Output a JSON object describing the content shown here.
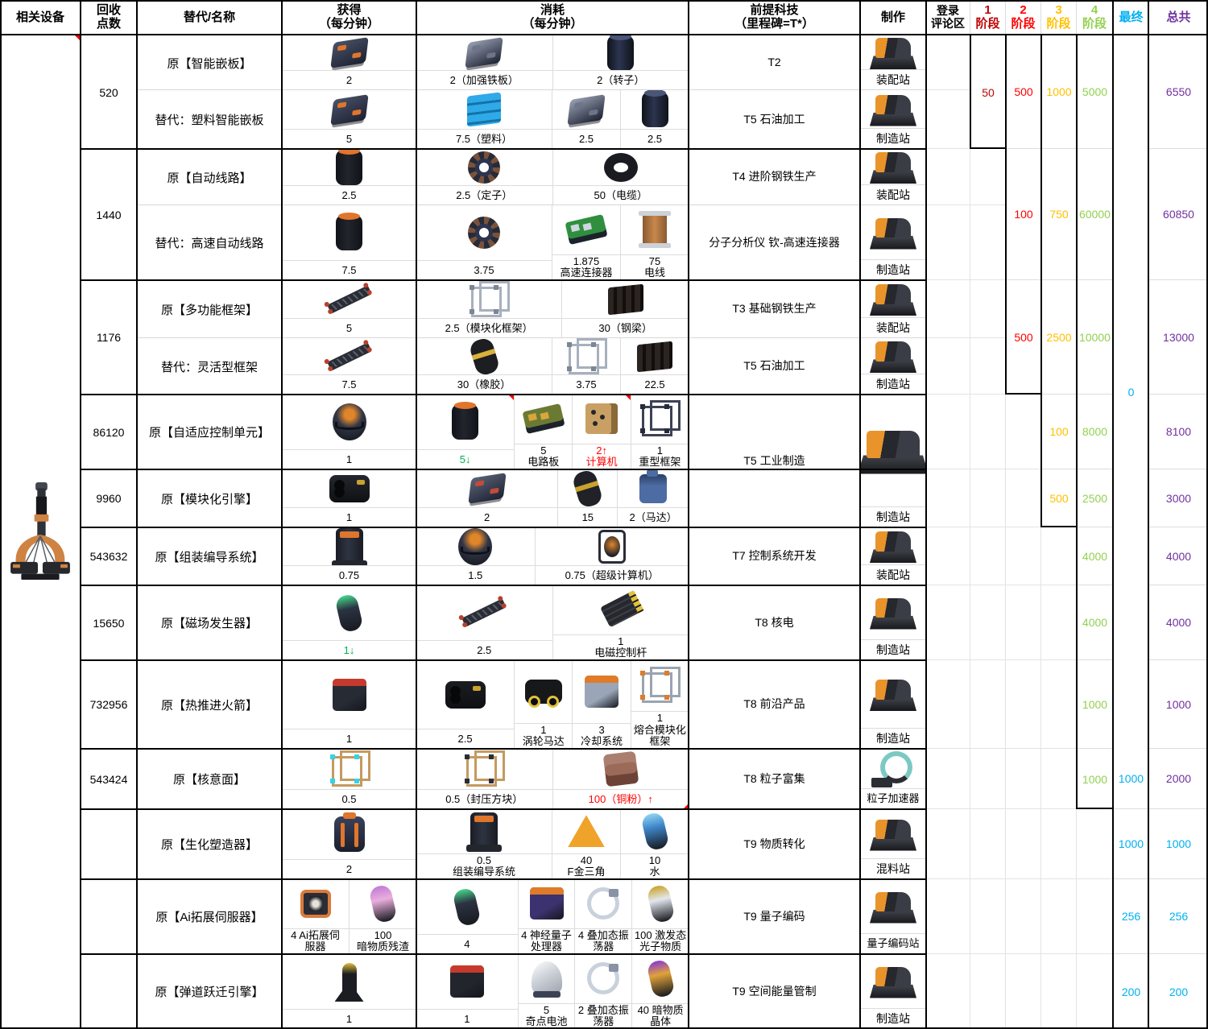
{
  "header": {
    "cols": [
      "相关设备",
      "回收\n点数",
      "替代/名称",
      "获得\n（每分钟）",
      "消耗\n（每分钟）",
      "前提科技\n（里程碑=T*）",
      "制作",
      "登录\n评论区",
      "1\n阶段",
      "2\n阶段",
      "3\n阶段",
      "4\n阶段",
      "最终",
      "总共"
    ]
  },
  "colors": {
    "stage1": "#C00000",
    "stage2": "#FF0000",
    "stage3": "#FFC000",
    "stage4": "#92D050",
    "final": "#00B0F0",
    "total": "#7030A0",
    "increase": "#FF0000",
    "decrease": "#00B050",
    "comment_marker": "#FF0000"
  },
  "points": {
    "g1": "520",
    "g2": "1440",
    "g3": "1176",
    "g4": "86120",
    "g5": "9960",
    "g6": "543632",
    "g7": "15650",
    "g8": "732956",
    "g9": "543424",
    "g10": "",
    "g11": "",
    "g12": ""
  },
  "stages": {
    "s1": [
      "50"
    ],
    "s2": [
      "500",
      "100",
      "500"
    ],
    "s3": [
      "1000",
      "750",
      "2500",
      "100",
      "500"
    ],
    "s4": [
      "5000",
      "60000",
      "10000",
      "8000",
      "2500",
      "4000",
      "4000",
      "1000",
      "1000"
    ],
    "final": [
      "0",
      "1000",
      "1000",
      "256",
      "200"
    ],
    "total": [
      "6550",
      "60850",
      "13000",
      "8100",
      "3000",
      "4000",
      "4000",
      "1000",
      "2000",
      "1000",
      "256",
      "200"
    ]
  },
  "rows": [
    {
      "name": "原【智能嵌板】",
      "gain": {
        "subs": [
          {
            "n": "2",
            "icon": {
              "name": "smart-panel",
              "kind": "plate",
              "c1": "#4a5268",
              "c2": "#e0752c"
            }
          }
        ]
      },
      "consume": {
        "subs": [
          {
            "n": "2（加强铁板）",
            "icon": {
              "name": "reinforced-iron-plate",
              "kind": "plate",
              "c1": "#99a2b4",
              "c2": "#6d7689"
            }
          },
          {
            "n": "2（转子）",
            "icon": {
              "name": "rotor",
              "kind": "cyl",
              "c1": "#2c3450",
              "c2": "#4a5577"
            }
          }
        ]
      },
      "tech": "T2",
      "station": {
        "label": "装配站",
        "icon": {
          "name": "assembly-station",
          "kind": "machine",
          "c1": "#2b2d33",
          "c2": "#e8942a"
        }
      }
    },
    {
      "name": "替代：塑料智能嵌板",
      "gain": {
        "subs": [
          {
            "n": "5",
            "icon": {
              "name": "smart-panel",
              "kind": "plate",
              "c1": "#4a5268",
              "c2": "#e0752c"
            }
          }
        ]
      },
      "consume": {
        "subs": [
          {
            "n": "7.5（塑料）",
            "icon": {
              "name": "plastic",
              "kind": "stack",
              "c1": "#2fa9e8",
              "c2": "#1273a8"
            }
          },
          {
            "n": "2.5",
            "icon": {
              "name": "reinforced-iron-plate",
              "kind": "plate",
              "c1": "#99a2b4",
              "c2": "#6d7689"
            }
          },
          {
            "n": "2.5",
            "icon": {
              "name": "rotor",
              "kind": "cyl",
              "c1": "#2c3450",
              "c2": "#4a5577"
            }
          }
        ]
      },
      "tech": "T5 石油加工",
      "station": {
        "label": "制造站",
        "icon": {
          "name": "manufacturing-station",
          "kind": "machine",
          "c1": "#2b2d33",
          "c2": "#e8942a"
        }
      }
    },
    {
      "name": "原【自动线路】",
      "gain": {
        "subs": [
          {
            "n": "2.5",
            "icon": {
              "name": "automatic-circuit",
              "kind": "cyl",
              "c1": "#23252d",
              "c2": "#e0752c"
            }
          }
        ]
      },
      "consume": {
        "subs": [
          {
            "n": "2.5（定子）",
            "icon": {
              "name": "stator",
              "kind": "gear",
              "c1": "#7a523a",
              "c2": "#2c3450"
            }
          },
          {
            "n": "50（电缆）",
            "icon": {
              "name": "cable",
              "kind": "coil",
              "c1": "#1a1b20",
              "c2": "#000000"
            }
          }
        ]
      },
      "tech": "T4 进阶钢铁生产",
      "station": {
        "label": "装配站",
        "icon": {
          "name": "assembly-station",
          "kind": "machine",
          "c1": "#2b2d33",
          "c2": "#e8942a"
        }
      }
    },
    {
      "name": "替代：高速自动线路",
      "gain": {
        "subs": [
          {
            "n": "7.5",
            "icon": {
              "name": "automatic-circuit",
              "kind": "cyl",
              "c1": "#23252d",
              "c2": "#e0752c"
            }
          }
        ]
      },
      "consume": {
        "subs": [
          {
            "n": "3.75",
            "icon": {
              "name": "stator",
              "kind": "gear",
              "c1": "#7a523a",
              "c2": "#2c3450"
            }
          },
          {
            "n": "1.875\n高速连接器",
            "icon": {
              "name": "high-speed-connector",
              "kind": "board",
              "c1": "#2f8f3f",
              "c2": "#cfd6e0"
            }
          },
          {
            "n": "75\n电线",
            "icon": {
              "name": "wire",
              "kind": "spool",
              "c1": "#c8884d",
              "c2": "#8a5a30"
            }
          }
        ]
      },
      "tech": "分子分析仪 钦-高速连接器",
      "station": {
        "label": "制造站",
        "icon": {
          "name": "manufacturing-station",
          "kind": "machine",
          "c1": "#2b2d33",
          "c2": "#e8942a"
        }
      }
    },
    {
      "name": "原【多功能框架】",
      "gain": {
        "subs": [
          {
            "n": "5",
            "icon": {
              "name": "versatile-framework",
              "kind": "truss",
              "c1": "#2a2d33",
              "c2": "#b8412c"
            }
          }
        ]
      },
      "consume": {
        "subs": [
          {
            "n": "2.5（模块化框架）",
            "icon": {
              "name": "modular-frame",
              "kind": "cube",
              "c1": "#a7b0bd",
              "c2": "#7d8694"
            }
          },
          {
            "n": "30（钢梁）",
            "icon": {
              "name": "steel-beam",
              "kind": "ribs",
              "c1": "#2b2421",
              "c2": "#120e0b"
            }
          }
        ]
      },
      "tech": "T3 基础钢铁生产",
      "station": {
        "label": "装配站",
        "icon": {
          "name": "assembly-station",
          "kind": "machine",
          "c1": "#2b2d33",
          "c2": "#e8942a"
        }
      }
    },
    {
      "name": "替代：灵活型框架",
      "gain": {
        "subs": [
          {
            "n": "7.5",
            "icon": {
              "name": "flexible-framework",
              "kind": "truss",
              "c1": "#2a2d33",
              "c2": "#b8412c"
            }
          }
        ]
      },
      "consume": {
        "subs": [
          {
            "n": "30（橡胶）",
            "icon": {
              "name": "rubber",
              "kind": "barrel",
              "c1": "#1d1e22",
              "c2": "#d9b23a"
            }
          },
          {
            "n": "3.75",
            "icon": {
              "name": "modular-frame",
              "kind": "cube",
              "c1": "#a7b0bd",
              "c2": "#7d8694"
            }
          },
          {
            "n": "22.5",
            "icon": {
              "name": "steel-beam",
              "kind": "ribs",
              "c1": "#2b2421",
              "c2": "#120e0b"
            }
          }
        ]
      },
      "tech": "T5 石油加工",
      "station": {
        "label": "制造站",
        "icon": {
          "name": "manufacturing-station",
          "kind": "machine",
          "c1": "#2b2d33",
          "c2": "#e8942a"
        }
      }
    },
    {
      "name": "原【自适应控制单元】",
      "gain": {
        "subs": [
          {
            "n": "1",
            "icon": {
              "name": "adaptive-control-unit",
              "kind": "orb",
              "c1": "#303646",
              "c2": "#e0862a"
            }
          }
        ]
      },
      "consume": {
        "subs": [
          {
            "n": "5↓",
            "icon": {
              "name": "automatic-circuit",
              "kind": "cyl",
              "c1": "#23252d",
              "c2": "#e0752c"
            }
          },
          {
            "n": "5\n电路板",
            "icon": {
              "name": "circuit-board",
              "kind": "board",
              "c1": "#6b7a33",
              "c2": "#d7a73c"
            }
          },
          {
            "n": "2↑\n计算机",
            "icon": {
              "name": "computer",
              "kind": "crate",
              "c1": "#c9a063",
              "c2": "#8a6a3a"
            }
          },
          {
            "n": "1\n重型框架",
            "icon": {
              "name": "heavy-modular-frame",
              "kind": "cube",
              "c1": "#3c4254",
              "c2": "#262b3a"
            }
          }
        ]
      },
      "tech": "T5 工业制造",
      "station": {
        "label": "制造站",
        "icon": {
          "name": "large-manufacturing-station",
          "kind": "machine-lg",
          "c1": "#2b2d33",
          "c2": "#e8942a"
        }
      }
    },
    {
      "name": "原【模块化引擎】",
      "gain": {
        "subs": [
          {
            "n": "1",
            "icon": {
              "name": "modular-engine",
              "kind": "engine",
              "c1": "#25272e",
              "c2": "#caa32c"
            }
          }
        ]
      },
      "consume": {
        "subs": [
          {
            "n": "2",
            "icon": {
              "name": "smart-panel",
              "kind": "plate",
              "c1": "#5a6478",
              "c2": "#c54b3a"
            }
          },
          {
            "n": "15",
            "icon": {
              "name": "component-bundle",
              "kind": "barrel",
              "c1": "#202228",
              "c2": "#caa32c"
            }
          },
          {
            "n": "2（马达）",
            "icon": {
              "name": "motor",
              "kind": "motor",
              "c1": "#4c6ca3",
              "c2": "#2a3f66"
            }
          }
        ]
      },
      "tech": "",
      "station": {
        "label": "",
        "icon": null
      }
    },
    {
      "name": "原【组装编导系统】",
      "gain": {
        "subs": [
          {
            "n": "0.75",
            "icon": {
              "name": "assembly-directing-system",
              "kind": "tower",
              "c1": "#2e3442",
              "c2": "#e0752c"
            }
          }
        ]
      },
      "consume": {
        "subs": [
          {
            "n": "1.5",
            "icon": {
              "name": "adaptive-control-unit",
              "kind": "orb",
              "c1": "#303646",
              "c2": "#e0862a"
            }
          },
          {
            "n": "0.75（超级计算机）",
            "icon": {
              "name": "super-computer",
              "kind": "cage",
              "c1": "#2a2d36",
              "c2": "#e0862a"
            }
          }
        ]
      },
      "tech": "T7 控制系统开发",
      "station": {
        "label": "装配站",
        "icon": {
          "name": "assembly-station",
          "kind": "machine",
          "c1": "#2b2d33",
          "c2": "#e8942a"
        }
      }
    },
    {
      "name": "原【磁场发生器】",
      "gain": {
        "subs": [
          {
            "n": "1↓",
            "icon": {
              "name": "magnetic-field-generator",
              "kind": "capsule",
              "c1": "#2b3342",
              "c2": "#46d68a"
            }
          }
        ]
      },
      "consume": {
        "subs": [
          {
            "n": "2.5",
            "icon": {
              "name": "versatile-framework",
              "kind": "truss",
              "c1": "#2a2d33",
              "c2": "#b8412c"
            }
          },
          {
            "n": "1\n电磁控制杆",
            "icon": {
              "name": "electromagnetic-control-rod",
              "kind": "rods",
              "c1": "#26282e",
              "c2": "#e0c23a"
            }
          }
        ]
      },
      "tech": "T8 核电",
      "station": {
        "label": "制造站",
        "icon": {
          "name": "manufacturing-station",
          "kind": "machine",
          "c1": "#2b2d33",
          "c2": "#e8942a"
        }
      }
    },
    {
      "name": "原【热推进火箭】",
      "gain": {
        "subs": [
          {
            "n": "1",
            "icon": {
              "name": "thermal-propulsion-rocket",
              "kind": "box",
              "c1": "#272b34",
              "c2": "#c63a2e"
            }
          }
        ]
      },
      "consume": {
        "subs": [
          {
            "n": "2.5",
            "icon": {
              "name": "engine-unit",
              "kind": "engine",
              "c1": "#1b1d22",
              "c2": "#caa32c"
            }
          },
          {
            "n": "1\n涡轮马达",
            "icon": {
              "name": "turbo-motor",
              "kind": "wheels",
              "c1": "#17181a",
              "c2": "#e0c23a"
            }
          },
          {
            "n": "3\n冷却系统",
            "icon": {
              "name": "cooling-system",
              "kind": "box",
              "c1": "#9aa6b8",
              "c2": "#e07b2a"
            }
          },
          {
            "n": "1\n熔合模块化\n框架",
            "icon": {
              "name": "fused-modular-frame",
              "kind": "cube",
              "c1": "#9aa3b0",
              "c2": "#e07b2a"
            }
          }
        ]
      },
      "tech": "T8 前沿产品",
      "station": {
        "label": "制造站",
        "icon": {
          "name": "manufacturing-station",
          "kind": "machine",
          "c1": "#2b2d33",
          "c2": "#e8942a"
        }
      }
    },
    {
      "name": "原【核意面】",
      "gain": {
        "subs": [
          {
            "n": "0.5",
            "icon": {
              "name": "nuclear-pasta",
              "kind": "cube",
              "c1": "#c49a5f",
              "c2": "#35d3e8"
            }
          }
        ]
      },
      "consume": {
        "subs": [
          {
            "n": "0.5（封压方块）",
            "icon": {
              "name": "pressure-conversion-cube",
              "kind": "cube",
              "c1": "#c49a5f",
              "c2": "#2a2d36"
            }
          },
          {
            "n": "100（铜粉）↑",
            "icon": {
              "name": "copper-powder",
              "kind": "slabs",
              "c1": "#9c6a58",
              "c2": "#6d4337"
            }
          }
        ]
      },
      "tech": "T8 粒子富集",
      "station": {
        "label": "粒子加速器",
        "icon": {
          "name": "particle-accelerator",
          "kind": "arch",
          "c1": "#7cc9c4",
          "c2": "#23262d"
        }
      }
    },
    {
      "name": "原【生化塑造器】",
      "gain": {
        "subs": [
          {
            "n": "2",
            "icon": {
              "name": "biochemical-sculptor",
              "kind": "pack",
              "c1": "#39415c",
              "c2": "#e0752c"
            }
          }
        ]
      },
      "consume": {
        "subs": [
          {
            "n": "0.5\n组装编导系统",
            "icon": {
              "name": "assembly-directing-system",
              "kind": "tower",
              "c1": "#2e3442",
              "c2": "#e0752c"
            }
          },
          {
            "n": "40\nF金三角",
            "icon": {
              "name": "f-gold-triangle",
              "kind": "tri",
              "c1": "#f0a32a",
              "c2": "#c77f1a"
            }
          },
          {
            "n": "10\n水",
            "icon": {
              "name": "water",
              "kind": "capsule",
              "c1": "#3f86c9",
              "c2": "#8fd4f5"
            }
          }
        ]
      },
      "tech": "T9 物质转化",
      "station": {
        "label": "混料站",
        "icon": {
          "name": "mixing-station",
          "kind": "machine",
          "c1": "#2b2d33",
          "c2": "#e8942a"
        }
      }
    },
    {
      "name": "原【Ai拓展伺服器】",
      "gain": {
        "subs": [
          {
            "n": "4 Ai拓展伺\n服器",
            "icon": {
              "name": "ai-expansion-server",
              "kind": "bot",
              "c1": "#d97b3a",
              "c2": "#e8e2d8"
            }
          },
          {
            "n": "100\n暗物质残渣",
            "icon": {
              "name": "dark-matter-residue",
              "kind": "capsule",
              "c1": "#eaaede",
              "c2": "#c27bd4"
            }
          }
        ]
      },
      "consume": {
        "subs": [
          {
            "n": "4",
            "icon": {
              "name": "magnetic-field-generator",
              "kind": "capsule",
              "c1": "#2b3342",
              "c2": "#46d68a"
            }
          },
          {
            "n": "4 神经量子\n处理器",
            "icon": {
              "name": "neural-quantum-processor",
              "kind": "box",
              "c1": "#3d3270",
              "c2": "#e07b2a"
            }
          },
          {
            "n": "4 叠加态振\n荡器",
            "icon": {
              "name": "superposition-oscillator",
              "kind": "ring",
              "c1": "#c9d1dd",
              "c2": "#8a93a6"
            }
          },
          {
            "n": "100 激发态\n光子物质",
            "icon": {
              "name": "excited-photonic-matter",
              "kind": "capsule",
              "c1": "#e3e8ee",
              "c2": "#caa32c"
            }
          }
        ]
      },
      "tech": "T9 量子编码",
      "station": {
        "label": "量子编码站",
        "icon": {
          "name": "quantum-encoding-station",
          "kind": "machine",
          "c1": "#2b2d33",
          "c2": "#e8942a"
        }
      }
    },
    {
      "name": "原【弹道跃迁引擎】",
      "gain": {
        "subs": [
          {
            "n": "1",
            "icon": {
              "name": "ballistic-warp-drive",
              "kind": "rocket",
              "c1": "#1c1d22",
              "c2": "#e0c23a"
            }
          }
        ]
      },
      "consume": {
        "subs": [
          {
            "n": "1",
            "icon": {
              "name": "guidance-module",
              "kind": "box",
              "c1": "#23252c",
              "c2": "#c63a2e"
            }
          },
          {
            "n": "5\n奇点电池",
            "icon": {
              "name": "singularity-battery",
              "kind": "dome",
              "c1": "#ccd1d8",
              "c2": "#3c4254"
            }
          },
          {
            "n": "2 叠加态振\n荡器",
            "icon": {
              "name": "superposition-oscillator",
              "kind": "ring",
              "c1": "#c9d1dd",
              "c2": "#8a93a6"
            }
          },
          {
            "n": "40 暗物质\n晶体",
            "icon": {
              "name": "dark-matter-crystal",
              "kind": "capsule",
              "c1": "#e0a23a",
              "c2": "#8a3ad0"
            }
          }
        ]
      },
      "tech": "T9 空间能量管制",
      "station": {
        "label": "制造站",
        "icon": {
          "name": "manufacturing-station",
          "kind": "machine",
          "c1": "#2b2d33",
          "c2": "#e8942a"
        }
      }
    }
  ]
}
